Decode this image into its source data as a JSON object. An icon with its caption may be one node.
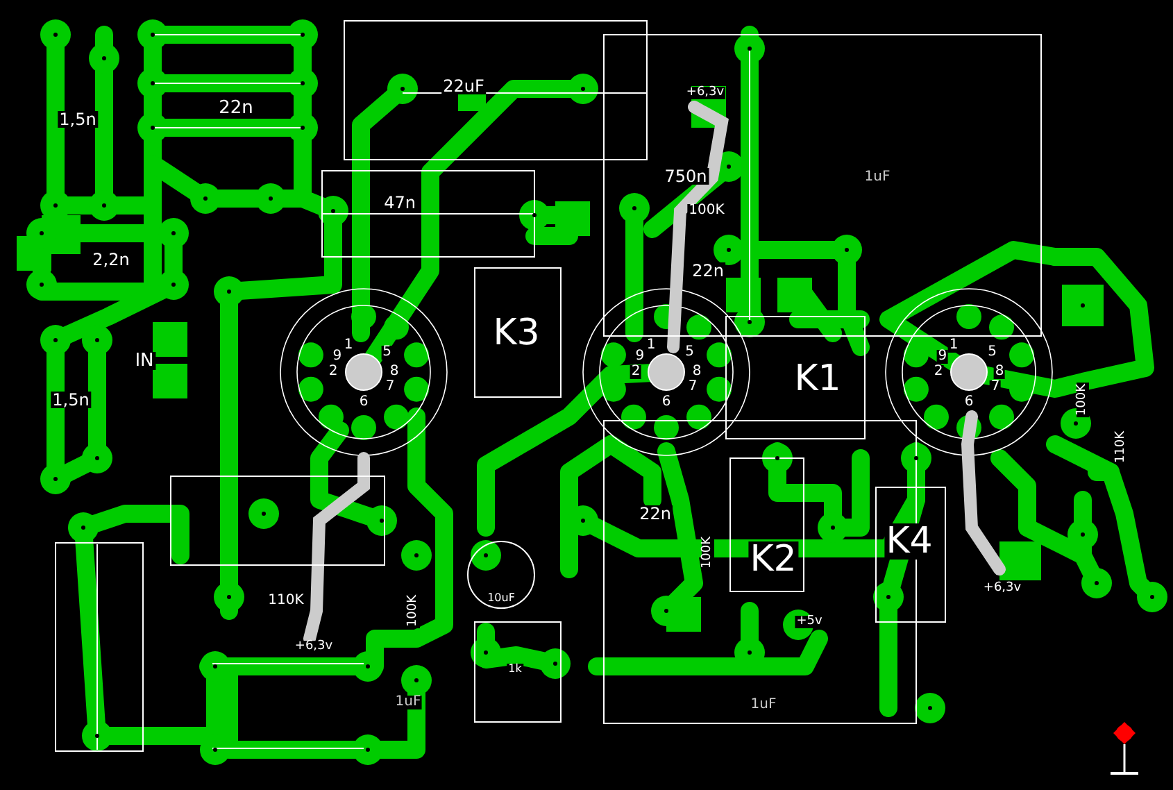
{
  "diagram": {
    "labels": [
      "1,5n",
      "22n",
      "22uF",
      "47n",
      "2,2n",
      "1,5n",
      "IN",
      "K3",
      "+6,3v",
      "750n",
      "100K",
      "22n",
      "1uF",
      "K1",
      "100K",
      "110K",
      "22n",
      "100K",
      "K2",
      "K4",
      "110K",
      "100K",
      "+6,3v",
      "10uF",
      "1k",
      "+5v",
      "1uF",
      "1uF",
      "+6,3v",
      "1",
      "2",
      "5",
      "6",
      "7",
      "8",
      "9",
      "1",
      "2",
      "5",
      "6",
      "7",
      "8",
      "9",
      "1",
      "2",
      "5",
      "6",
      "7",
      "8",
      "9"
    ]
  }
}
